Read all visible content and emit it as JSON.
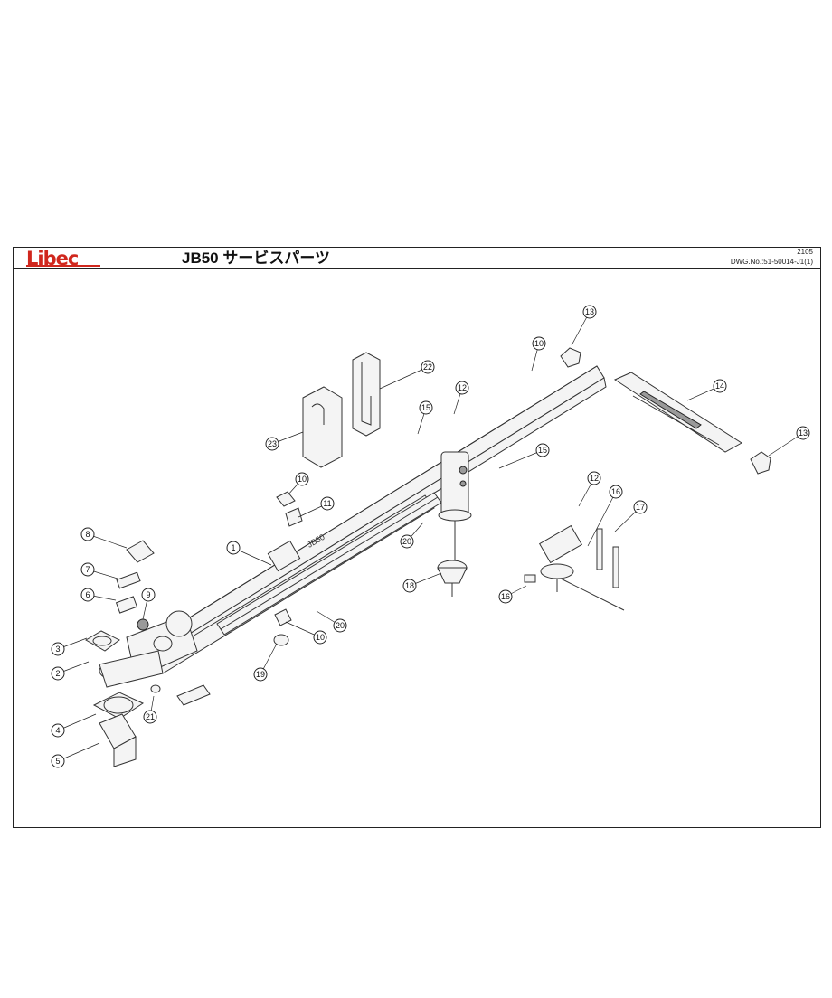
{
  "header": {
    "brand": "Libec",
    "title": "JB50  サービスパーツ",
    "sheet_number": "2105",
    "drawing_number": "DWG.No.:51-50014-J1(1)"
  },
  "colors": {
    "brand": "#d0271d",
    "line": "#222222"
  },
  "callouts": [
    {
      "id": "c1",
      "label": "1"
    },
    {
      "id": "c2",
      "label": "2"
    },
    {
      "id": "c3",
      "label": "3"
    },
    {
      "id": "c4",
      "label": "4"
    },
    {
      "id": "c5",
      "label": "5"
    },
    {
      "id": "c6",
      "label": "6"
    },
    {
      "id": "c7",
      "label": "7"
    },
    {
      "id": "c8",
      "label": "8"
    },
    {
      "id": "c9",
      "label": "9"
    },
    {
      "id": "c10a",
      "label": "10"
    },
    {
      "id": "c10b",
      "label": "10"
    },
    {
      "id": "c10c",
      "label": "10"
    },
    {
      "id": "c11",
      "label": "11"
    },
    {
      "id": "c12a",
      "label": "12"
    },
    {
      "id": "c12b",
      "label": "12"
    },
    {
      "id": "c13a",
      "label": "13"
    },
    {
      "id": "c13b",
      "label": "13"
    },
    {
      "id": "c14",
      "label": "14"
    },
    {
      "id": "c15a",
      "label": "15"
    },
    {
      "id": "c15b",
      "label": "15"
    },
    {
      "id": "c16a",
      "label": "16"
    },
    {
      "id": "c16b",
      "label": "16"
    },
    {
      "id": "c17",
      "label": "17"
    },
    {
      "id": "c18",
      "label": "18"
    },
    {
      "id": "c19",
      "label": "19"
    },
    {
      "id": "c20a",
      "label": "20"
    },
    {
      "id": "c20b",
      "label": "20"
    },
    {
      "id": "c21",
      "label": "21"
    },
    {
      "id": "c22",
      "label": "22"
    },
    {
      "id": "c23",
      "label": "23"
    }
  ]
}
